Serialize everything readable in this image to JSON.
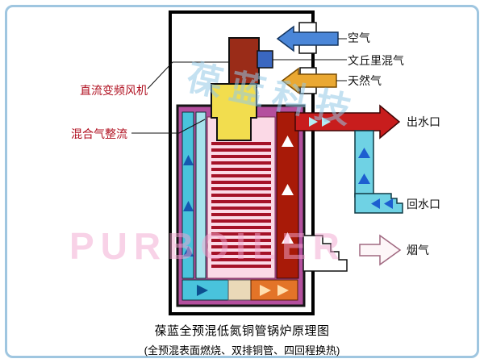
{
  "labels": {
    "air": "空气",
    "venturi_mix": "文丘里混气",
    "natural_gas": "天然气",
    "dc_fan": "直流变频风机",
    "gas_rectifier": "混合气整流",
    "water_outlet": "出水口",
    "water_return": "回水口",
    "flue_gas": "烟气"
  },
  "watermark": {
    "cn": "葆蓝科技",
    "en": "PURBOILER"
  },
  "caption": {
    "line1": "葆蓝全预混低氮铜管锅炉原理图",
    "line2": "(全预混表面燃烧、双排铜管、四回程换热)"
  },
  "colors": {
    "air_arrow": "#4a86d8",
    "gas_arrow": "#eaa832",
    "outlet_pipe": "#c81d1d",
    "return_pipe": "#6fd2e4",
    "fan_body": "#f2dd4e",
    "venturi_box": "#3a67c0",
    "burner_block": "#9a2c18",
    "boiler_shell": "#b44f9e",
    "chamber_pink": "#fbd9e6",
    "tube_red": "#a51228",
    "flue_channel": "#a81a08",
    "bottom_orange": "#e37428",
    "channel_cyan": "#49c3dc",
    "channel_cyan_light": "#a6e2ec",
    "label_red": "#b01020",
    "frame_blue": "#9fc6e0"
  }
}
